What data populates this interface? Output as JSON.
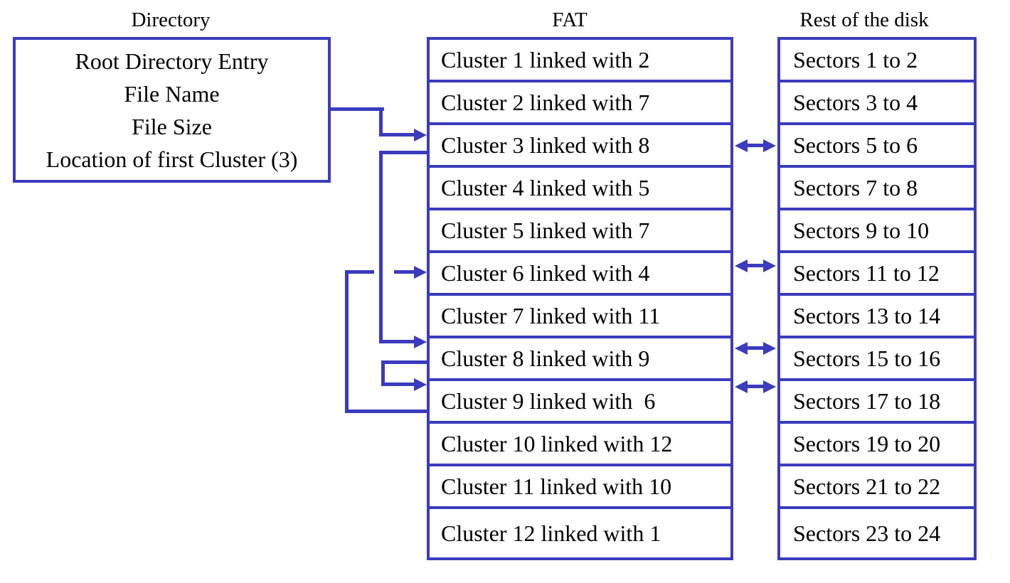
{
  "colors": {
    "line_blue": "#3b3bbe",
    "text": "#000000",
    "background": "#ffffff"
  },
  "titles": {
    "directory": "Directory",
    "fat": "FAT",
    "rest_of_disk": "Rest of the disk"
  },
  "directory_entry": {
    "lines": [
      "Root Directory Entry",
      "File Name",
      "File Size",
      "Location of first Cluster (3)"
    ]
  },
  "fat_table": {
    "rows": [
      "Cluster 1 linked with 2",
      "Cluster 2 linked with 7",
      "Cluster 3 linked with 8",
      "Cluster 4 linked with 5",
      "Cluster 5 linked with 7",
      "Cluster 6 linked with 4",
      "Cluster 7 linked with 11",
      "Cluster 8 linked with 9",
      "Cluster 9 linked with  6",
      "Cluster 10 linked with 12",
      "Cluster 11 linked with 10",
      "Cluster 12 linked with 1"
    ]
  },
  "disk_table": {
    "rows": [
      "Sectors 1 to 2",
      "Sectors 3 to 4",
      "Sectors 5 to 6",
      "Sectors 7 to 8",
      "Sectors 9 to 10",
      "Sectors 11 to 12",
      "Sectors 13 to 14",
      "Sectors 15 to 16",
      "Sectors 17 to 18",
      "Sectors 19 to 20",
      "Sectors 21 to 22",
      "Sectors 23 to 24"
    ]
  },
  "arrows": {
    "directory_to_fat": "Location of first Cluster (3) -> Cluster 3",
    "cluster_chain": [
      "Cluster 3 -> Cluster 8",
      "Cluster 8 -> Cluster 9",
      "Cluster 9 -> Cluster 6"
    ],
    "fat_disk_links": [
      "Cluster 3 <-> Sectors 5 to 6",
      "Cluster 6 <-> Sectors 11 to 12",
      "Cluster 8 <-> Sectors 15 to 16",
      "Cluster 9 <-> Sectors 17 to 18"
    ]
  }
}
